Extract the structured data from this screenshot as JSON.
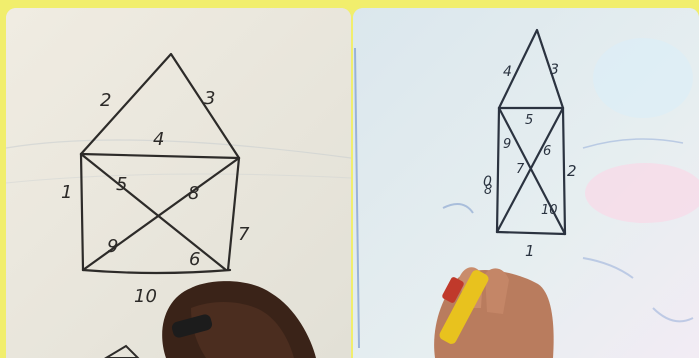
{
  "left_panel": {
    "edge_labels": [
      "1",
      "2",
      "3",
      "4",
      "5",
      "6",
      "7",
      "8",
      "9",
      "10"
    ]
  },
  "right_panel": {
    "edge_labels": [
      "0",
      "1",
      "2",
      "3",
      "4",
      "5",
      "6",
      "7",
      "8",
      "9",
      "10"
    ]
  }
}
